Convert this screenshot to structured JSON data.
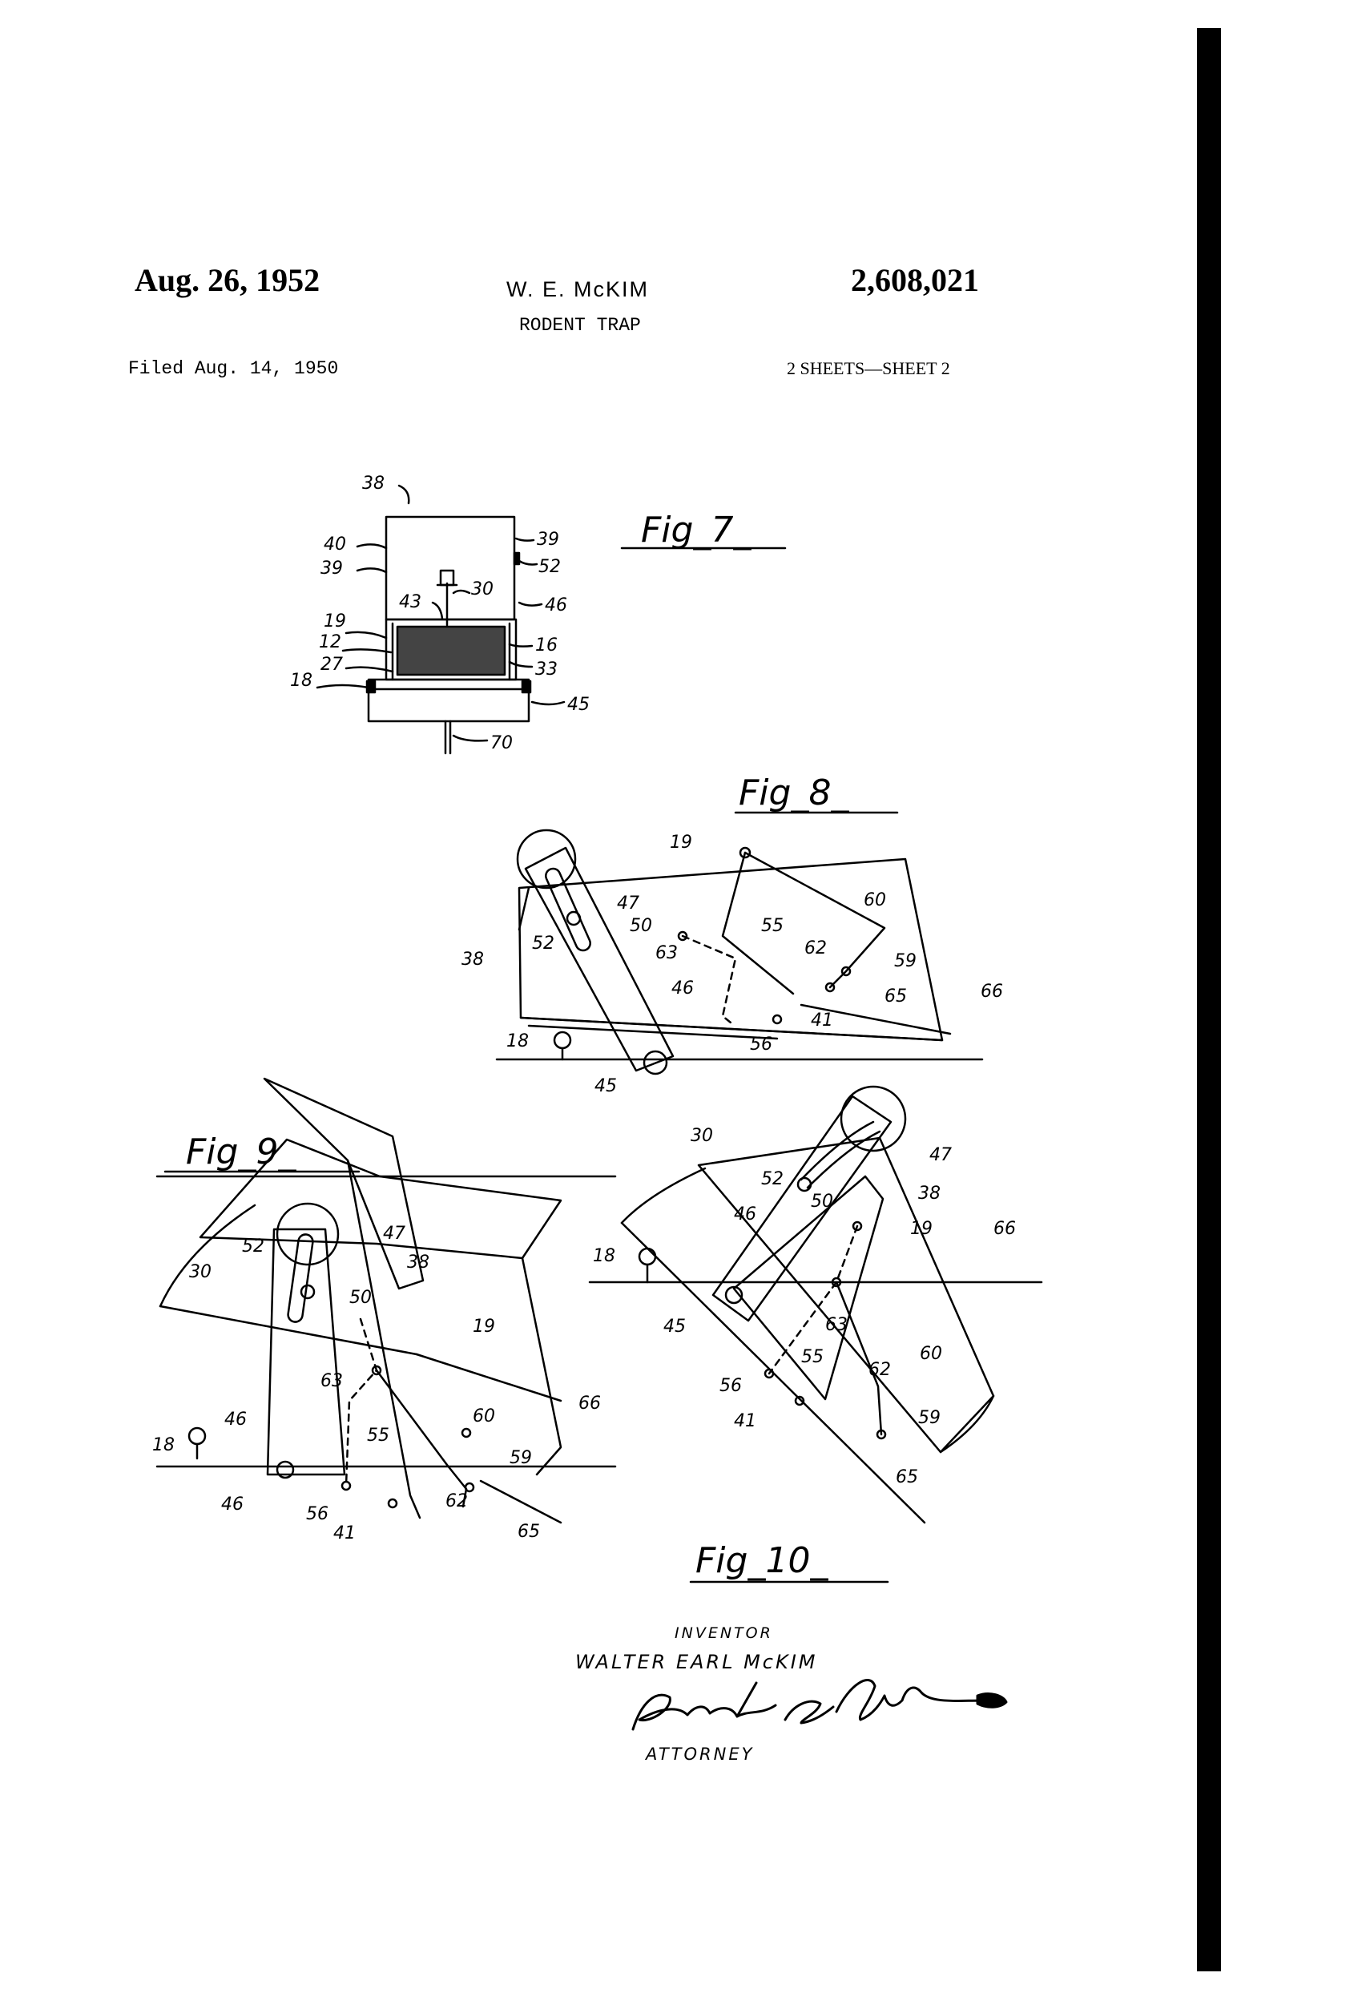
{
  "header": {
    "date": "Aug. 26, 1952",
    "inventor": "W. E. McKIM",
    "patent_number": "2,608,021",
    "title": "RODENT TRAP",
    "filed": "Filed Aug. 14, 1950",
    "sheets": "2 SHEETS—SHEET 2"
  },
  "figures": {
    "fig7": {
      "label": "Fig_7_",
      "refs": [
        "38",
        "40",
        "39",
        "39",
        "52",
        "30",
        "43",
        "46",
        "19",
        "12",
        "16",
        "27",
        "33",
        "18",
        "45",
        "70"
      ]
    },
    "fig8": {
      "label": "Fig_8_",
      "refs": [
        "19",
        "47",
        "60",
        "50",
        "55",
        "52",
        "63",
        "62",
        "38",
        "59",
        "46",
        "65",
        "66",
        "41",
        "18",
        "56",
        "45"
      ]
    },
    "fig9": {
      "label": "Fig_9_",
      "refs": [
        "52",
        "47",
        "38",
        "30",
        "50",
        "19",
        "63",
        "60",
        "46",
        "55",
        "66",
        "18",
        "59",
        "46",
        "56",
        "62",
        "41",
        "65"
      ]
    },
    "fig10": {
      "label": "Fig_10_",
      "refs": [
        "30",
        "47",
        "52",
        "38",
        "50",
        "46",
        "19",
        "66",
        "18",
        "45",
        "63",
        "55",
        "60",
        "62",
        "56",
        "41",
        "59",
        "65"
      ]
    }
  },
  "signature": {
    "inventor_heading": "INVENTOR",
    "inventor_full_name": "WALTER EARL McKIM",
    "attorney_signature": "Ernest E. Carver",
    "attorney_label": "ATTORNEY"
  }
}
